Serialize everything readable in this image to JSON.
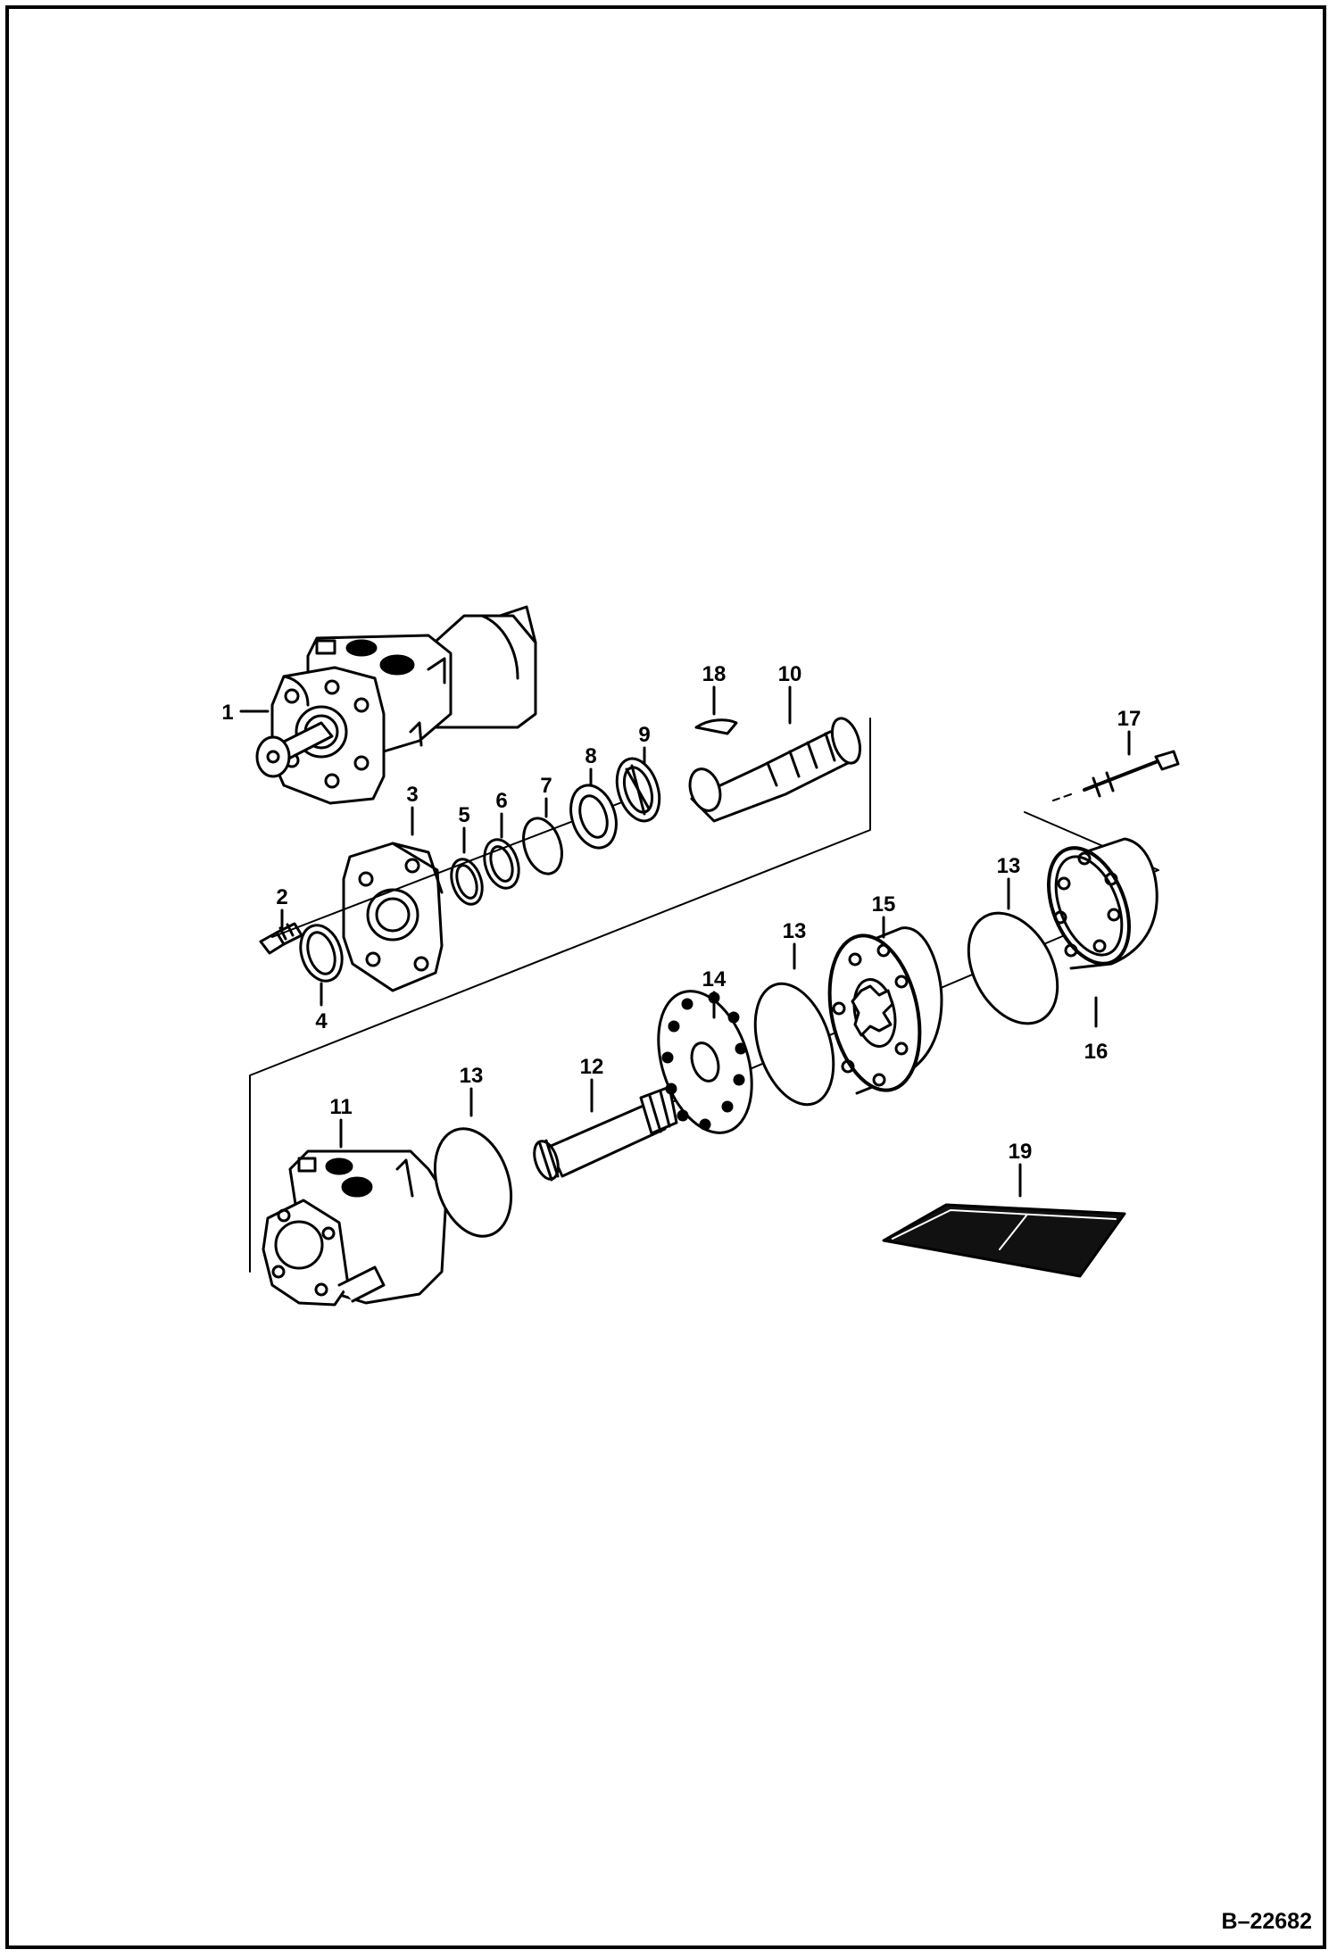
{
  "figure_ref": "B–22682",
  "callouts": {
    "c1": "1",
    "c2": "2",
    "c3": "3",
    "c4": "4",
    "c5": "5",
    "c6": "6",
    "c7": "7",
    "c8": "8",
    "c9": "9",
    "c10": "10",
    "c11": "11",
    "c12": "12",
    "c13a": "13",
    "c13b": "13",
    "c13c": "13",
    "c14": "14",
    "c15": "15",
    "c16": "16",
    "c17": "17",
    "c18": "18",
    "c19": "19"
  }
}
